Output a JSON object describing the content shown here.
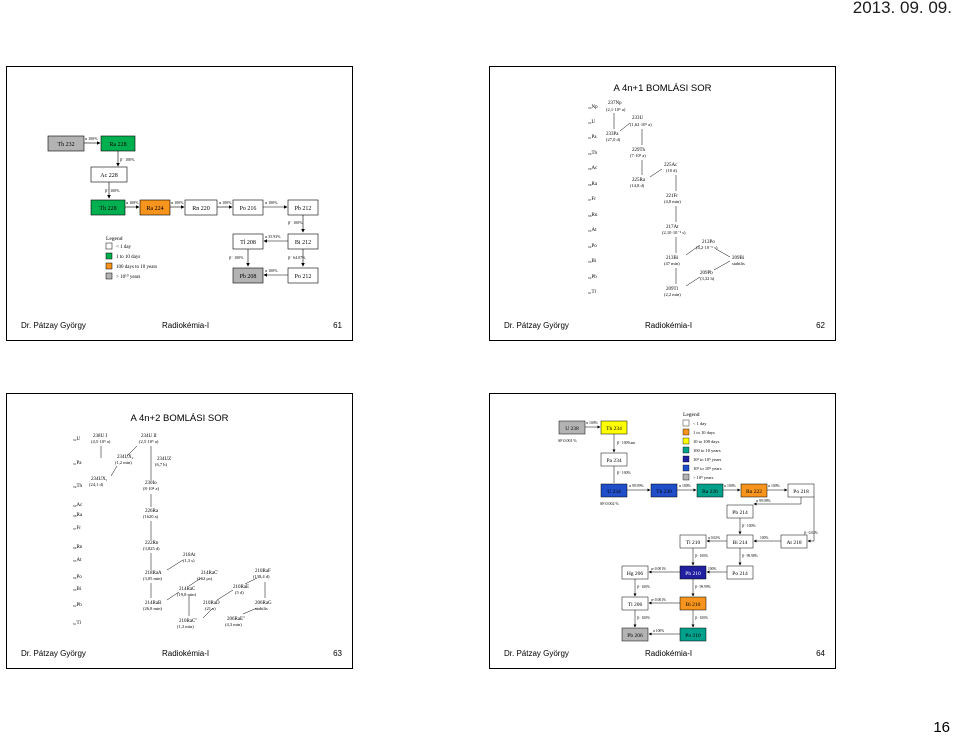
{
  "header": {
    "date": "2013. 09. 09."
  },
  "page_number": "16",
  "footer": {
    "author": "Dr. Pátzay György",
    "course": "Radiokémia-I"
  },
  "colors": {
    "grey": "#b3b3b3",
    "green": "#00b050",
    "orange": "#f7941d",
    "yellow": "#ffff00",
    "blue": "#1f4ec8",
    "teal": "#00a08a",
    "navy": "#2020a0"
  },
  "slides": [
    {
      "number": "61",
      "title": "",
      "chain": [
        "Th 232",
        "Ra 228",
        "Ac 228",
        "Th 228",
        "Ra 224",
        "Rn 220",
        "Po 216",
        "Pb 212",
        "Bi 212",
        "Tl 208",
        "Po 212",
        "Pb 208"
      ],
      "branches": [
        "α 100%",
        "β⁻ 100%",
        "β⁻ 100%",
        "α 100%",
        "α 100%",
        "α 100%",
        "α 100%",
        "β⁻ 100%",
        "α 35.93%",
        "β⁻ 64.07%",
        "β⁻ 100%",
        "α 100%"
      ],
      "legend": {
        "title": "Legend",
        "items": [
          "< 1 day",
          "1 to 10 days",
          "100 days to 10 years",
          "> 10¹⁰ years"
        ]
      }
    },
    {
      "number": "62",
      "title": "A 4n+1 BOMLÁSI SOR",
      "rows": [
        "₉₃Np",
        "₉₂U",
        "₉₁Pa",
        "₉₀Th",
        "₈₉Ac",
        "₈₈Ra",
        "₈₇Fr",
        "₈₆Rn",
        "₈₅At",
        "₈₄Po",
        "₈₃Bi",
        "₈₂Pb",
        "₈₁Tl"
      ],
      "nuclides": [
        "237Np (2,1·10⁶ a)",
        "233U (1,62·10⁵ a)",
        "233Pa (27,0 d)",
        "229Th (7·10³ a)",
        "225Ac (10 d)",
        "225Ra (14,8 d)",
        "221Fr (4,8 min)",
        "217At (2,10·10⁻² s)",
        "213Po (4,2·10⁻⁶ s)",
        "213Bi (47 min)",
        "209Pb (3,32 h)",
        "209Bi stabilis",
        "209Tl (2,2 min)"
      ]
    },
    {
      "number": "63",
      "title": "A 4n+2 BOMLÁSI SOR",
      "rows": [
        "₉₂U",
        "₉₁Pa",
        "₉₀Th",
        "₈₉Ac",
        "₈₈Ra",
        "₈₇Fr",
        "₈₆Rn",
        "₈₅At",
        "₈₄Po",
        "₈₃Bi",
        "₈₂Pb",
        "₈₁Tl"
      ],
      "nuclides": [
        "238U I (4,5·10⁹ a)",
        "234U II (2,5·10⁵ a)",
        "234UX₂ (1,2 min)",
        "234UZ (6,7 h)",
        "234UX₁ (24,1 d)",
        "230Io (8·10⁴ a)",
        "226Ra (1620 a)",
        "222Rn (3,825 d)",
        "218RaA (3,05 min)",
        "218At (1,3 s)",
        "214RaC' (162 µs)",
        "210RaF (138,4 d)",
        "214RaB (26,8 min)",
        "214RaC (19,8 min)",
        "210RaE (5 d)",
        "206RaG stabilis",
        "210RaD (21 a)",
        "210RaC'' (1,3 min)",
        "206RaE'' (4,3 min)"
      ]
    },
    {
      "number": "64",
      "title": "",
      "chain": [
        "U 238",
        "Th 234",
        "Pa 234",
        "U 234",
        "Th 230",
        "Ra 226",
        "Rn 222",
        "Po 218",
        "Pb 214",
        "At 218",
        "Bi 214",
        "Tl 210",
        "Po 214",
        "Pb 210",
        "Hg 206",
        "Bi 210",
        "Tl 206",
        "Po 210",
        "Pb 206"
      ],
      "notes": [
        "SF:0.001 %",
        "SF:0.002 %",
        "α 99.98%",
        "β⁻ 99.99%"
      ],
      "legend": {
        "title": "Legend",
        "items": [
          "< 1 day",
          "1 to 10 days",
          "10 to 100 days",
          "100 to 10 years",
          "10³ to 10⁵ years",
          "10⁵ to 10⁹ years",
          "> 10⁹ years"
        ]
      }
    }
  ]
}
